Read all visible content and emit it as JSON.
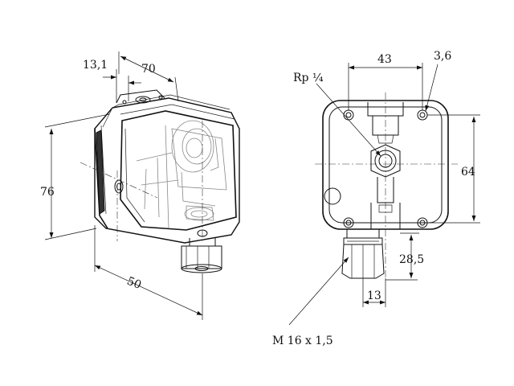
{
  "labels": {
    "dim_13_1": "13,1",
    "dim_70": "70",
    "dim_76": "76",
    "dim_50": "50",
    "dim_43": "43",
    "dim_3_6": "3,6",
    "dim_64": "64",
    "dim_28_5": "28,5",
    "dim_13": "13",
    "rp": "Rp ¼",
    "thread": "M 16 x 1,5"
  }
}
